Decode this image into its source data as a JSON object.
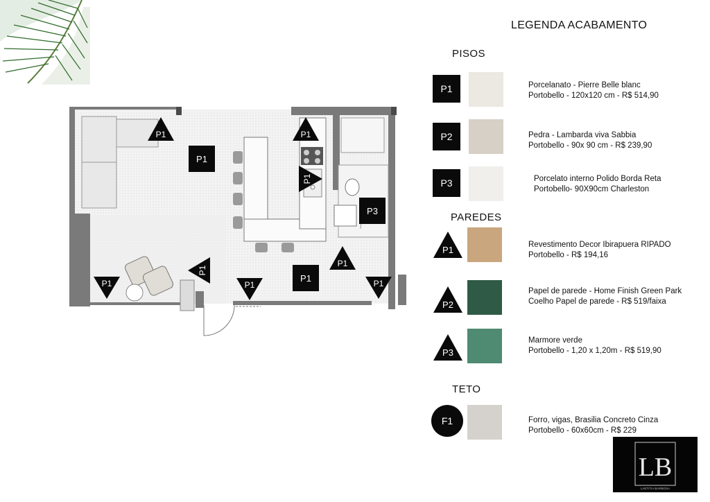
{
  "legend": {
    "title": "LEGENDA ACABAMENTO",
    "pisos": {
      "heading": "PISOS",
      "items": [
        {
          "code": "P1",
          "line1": "Porcelanato - Pierre Belle blanc",
          "line2": "Portobello - 120x120 cm - R$ 514,90",
          "color": "#ece8e2"
        },
        {
          "code": "P2",
          "line1": "Pedra - Lambarda viva Sabbia",
          "line2": "Portobello - 90x 90 cm - R$ 239,90",
          "color": "#d6d0c6"
        },
        {
          "code": "P3",
          "line1": "Porcelato interno Polido Borda Reta",
          "line2": "Portobello- 90X90cm Charleston",
          "color": "#f1efec"
        }
      ]
    },
    "paredes": {
      "heading": "PAREDES",
      "items": [
        {
          "code": "P1",
          "line1": "Revestimento Decor Ibirapuera RIPADO",
          "line2": "Portobello - R$ 194,16",
          "color": "#c9a67e"
        },
        {
          "code": "P2",
          "line1": "Papel de parede - Home Finish Green Park",
          "line2": "Coelho Papel de parede - R$ 519/faixa",
          "color": "#2f5a46"
        },
        {
          "code": "P3",
          "line1": "Marmore verde",
          "line2": "Portobello - 1,20 x 1,20m - R$ 519,90",
          "color": "#4f8a72"
        }
      ]
    },
    "teto": {
      "heading": "TETO",
      "items": [
        {
          "code": "F1",
          "line1": "Forro, vigas, Brasilia Concreto Cinza",
          "line2": "Portobello - 60x60cm - R$ 229",
          "color": "#d5d2cd"
        }
      ]
    }
  },
  "plan": {
    "floor_tags": [
      "P1",
      "P1",
      "P3"
    ],
    "wall_tags": [
      "P1",
      "P1",
      "P1",
      "P1",
      "P1",
      "P1",
      "P1",
      "P1"
    ]
  },
  "logo": {
    "monogram": "LB",
    "small_text": "LAETITIA BARBOSA"
  }
}
